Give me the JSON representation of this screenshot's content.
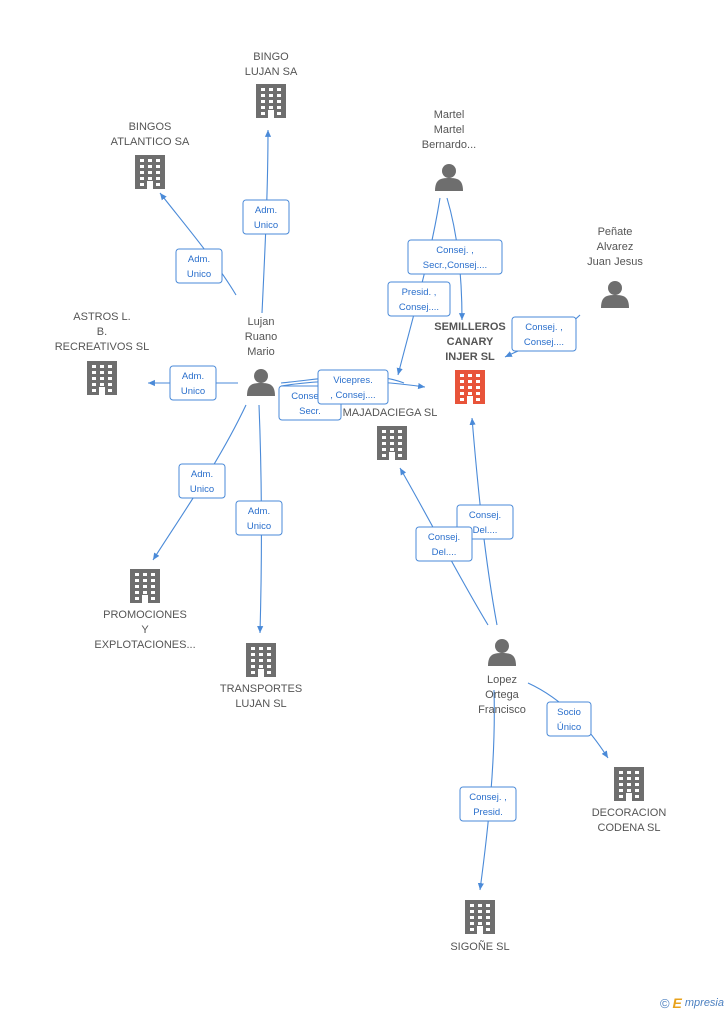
{
  "colors": {
    "edge": "#4a8ad8",
    "node": "#6e6e6e",
    "focus": "#e8543a",
    "label": "#555555",
    "brand_green": "#5a9a2a",
    "brand_orange": "#e8a21c"
  },
  "nodes": [
    {
      "id": "bingo-lujan",
      "kind": "company",
      "lines": [
        "BINGO",
        "LUJAN SA"
      ]
    },
    {
      "id": "bingos-atlantico",
      "kind": "company",
      "lines": [
        "BINGOS",
        "ATLANTICO SA"
      ]
    },
    {
      "id": "astros",
      "kind": "company",
      "lines": [
        "ASTROS L.",
        "B.",
        "RECREATIVOS SL"
      ]
    },
    {
      "id": "lujan-ruano",
      "kind": "person",
      "lines": [
        "Lujan",
        "Ruano",
        "Mario"
      ]
    },
    {
      "id": "promociones",
      "kind": "company",
      "lines": [
        "PROMOCIONES",
        "Y",
        "EXPLOTACIONES..."
      ]
    },
    {
      "id": "transportes-lujan",
      "kind": "company",
      "lines": [
        "TRANSPORTES",
        "LUJAN SL"
      ]
    },
    {
      "id": "martel",
      "kind": "person",
      "lines": [
        "Martel",
        "Martel",
        "Bernardo..."
      ]
    },
    {
      "id": "penate",
      "kind": "person",
      "lines": [
        "Peñate",
        "Alvarez",
        "Juan Jesus"
      ]
    },
    {
      "id": "semilleros",
      "kind": "focus",
      "lines": [
        "SEMILLEROS",
        "CANARY",
        "INJER SL"
      ]
    },
    {
      "id": "majadaciega",
      "kind": "company",
      "lines": [
        "MAJADACIEGA SL"
      ]
    },
    {
      "id": "lopez-ortega",
      "kind": "person",
      "lines": [
        "Lopez",
        "Ortega",
        "Francisco"
      ]
    },
    {
      "id": "decoracion-codena",
      "kind": "company",
      "lines": [
        "DECORACION",
        "CODENA SL"
      ]
    },
    {
      "id": "sigone",
      "kind": "company",
      "lines": [
        "SIGOÑE SL"
      ]
    }
  ],
  "relations": [
    {
      "id": "r-bingo-lujan",
      "lines": [
        "Adm.",
        "Unico"
      ]
    },
    {
      "id": "r-bingos-atlantico",
      "lines": [
        "Adm.",
        "Unico"
      ]
    },
    {
      "id": "r-astros",
      "lines": [
        "Adm.",
        "Unico"
      ]
    },
    {
      "id": "r-promociones",
      "lines": [
        "Adm.",
        "Unico"
      ]
    },
    {
      "id": "r-transportes",
      "lines": [
        "Adm.",
        "Unico"
      ]
    },
    {
      "id": "r-lujan-majadaciega",
      "lines": [
        "Consej. ,",
        "Secr."
      ]
    },
    {
      "id": "r-lujan-semilleros",
      "lines": [
        "Vicepres.",
        ", Consej...."
      ]
    },
    {
      "id": "r-martel-semilleros",
      "lines": [
        "Consej. ,",
        "Secr.,Consej...."
      ]
    },
    {
      "id": "r-martel-majadaciega",
      "lines": [
        "Presid. ,",
        "Consej...."
      ]
    },
    {
      "id": "r-penate-semilleros",
      "lines": [
        "Consej. ,",
        "Consej...."
      ]
    },
    {
      "id": "r-lopez-semilleros",
      "lines": [
        "Consej.",
        "Del...."
      ]
    },
    {
      "id": "r-lopez-majadaciega",
      "lines": [
        "Consej.",
        "Del...."
      ]
    },
    {
      "id": "r-lopez-decoracion",
      "lines": [
        "Socio",
        "Único"
      ]
    },
    {
      "id": "r-lopez-sigone",
      "lines": [
        "Consej. ,",
        "Presid."
      ]
    }
  ],
  "brand": {
    "copyright": "©",
    "initial": "E",
    "name": "mpresia"
  }
}
